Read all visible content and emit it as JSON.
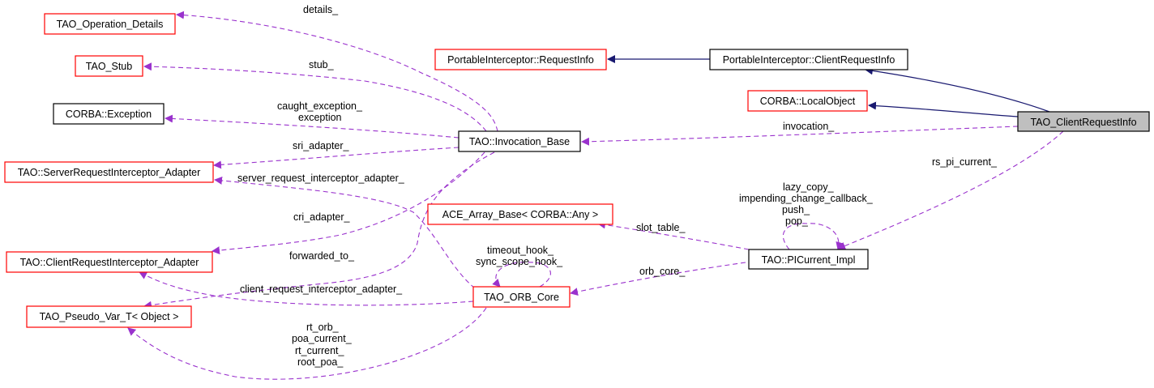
{
  "nodes": {
    "tao_operation_details": "TAO_Operation_Details",
    "tao_stub": "TAO_Stub",
    "corba_exception": "CORBA::Exception",
    "server_request_interceptor_adapter": "TAO::ServerRequestInterceptor_Adapter",
    "client_request_interceptor_adapter": "TAO::ClientRequestInterceptor_Adapter",
    "tao_pseudo_var": "TAO_Pseudo_Var_T< Object >",
    "portable_request_info": "PortableInterceptor::RequestInfo",
    "portable_client_request_info": "PortableInterceptor::ClientRequestInfo",
    "corba_local_object": "CORBA::LocalObject",
    "tao_client_request_info": "TAO_ClientRequestInfo",
    "invocation_base": "TAO::Invocation_Base",
    "ace_array_base": "ACE_Array_Base< CORBA::Any >",
    "picurrent_impl": "TAO::PICurrent_Impl",
    "tao_orb_core": "TAO_ORB_Core"
  },
  "labels": {
    "details": "details_",
    "stub": "stub_",
    "caught_exception": "caught_exception_",
    "exception": "exception",
    "sri_adapter": "sri_adapter_",
    "server_request_interceptor_adapter": "server_request_interceptor_adapter_",
    "cri_adapter": "cri_adapter_",
    "forwarded_to": "forwarded_to_",
    "client_request_interceptor_adapter": "client_request_interceptor_adapter_",
    "rt_orb": "rt_orb_",
    "poa_current": "poa_current_",
    "rt_current": "rt_current_",
    "root_poa": "root_poa_",
    "invocation": "invocation_",
    "rs_pi_current": "rs_pi_current_",
    "lazy_copy": "lazy_copy_",
    "impending_change_callback": "impending_change_callback_",
    "push": "push_",
    "pop": "pop_",
    "slot_table": "slot_table_",
    "timeout_hook": "timeout_hook_",
    "sync_scope_hook": "sync_scope_hook_",
    "orb_core": "orb_core_"
  },
  "colors": {
    "red_border": "#ff0000",
    "black_border": "#000000",
    "highlight_fill": "#bfbfbf",
    "relation_edge": "#9a32cd",
    "inheritance_edge": "#191970"
  }
}
